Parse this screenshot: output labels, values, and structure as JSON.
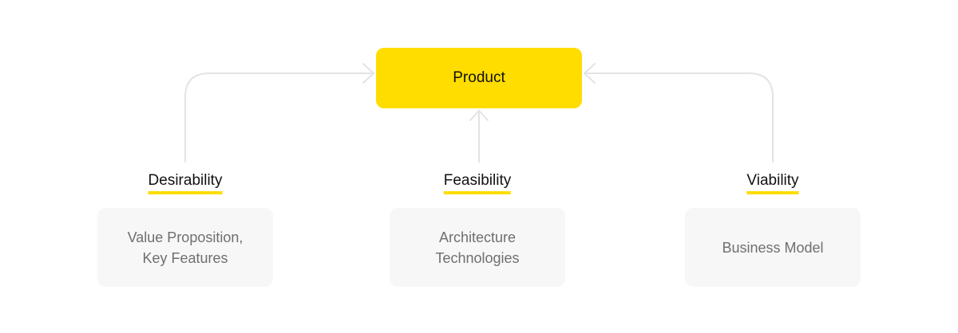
{
  "colors": {
    "accent": "#FFDD00",
    "connector": "#E3E3E3",
    "detail_box_bg": "#F7F7F7",
    "detail_text": "#6F6F6F",
    "label_text": "#111111"
  },
  "product": {
    "label": "Product"
  },
  "pillars": [
    {
      "label": "Desirability",
      "detail": "Value Proposition,\nKey Features",
      "arrow": "curved-right-into-product-left"
    },
    {
      "label": "Feasibility",
      "detail": "Architecture\nTechnologies",
      "arrow": "straight-up-into-product-bottom"
    },
    {
      "label": "Viability",
      "detail": "Business Model",
      "arrow": "curved-left-into-product-right"
    }
  ]
}
